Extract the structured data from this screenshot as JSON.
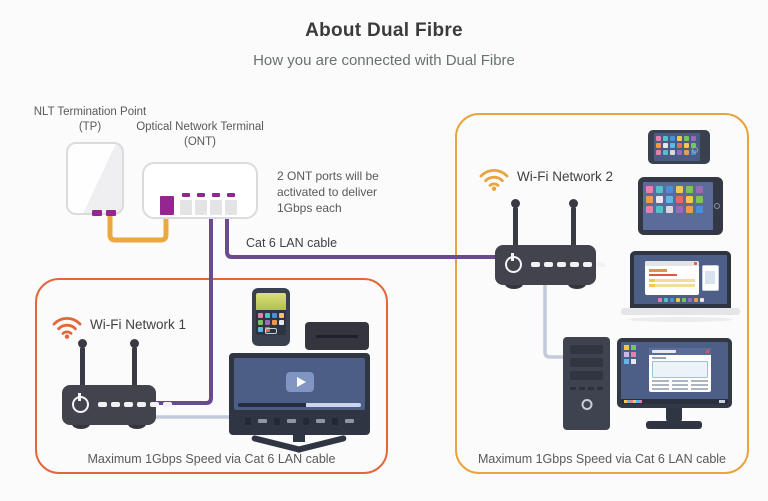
{
  "page": {
    "title": "About Dual Fibre",
    "subtitle": "How you are connected with Dual Fibre"
  },
  "colors": {
    "accent_orange": "#E2683B",
    "accent_amber": "#E8A43D",
    "fiber_cable": "#EBA83E",
    "lan_cable_purple": "#6A4A90",
    "port_magenta": "#93278F",
    "ethernet_gray": "#C3CBD9",
    "device_dark": "#43434D",
    "title_text": "#3B3B3D",
    "subtitle_text": "#67736F",
    "label_text": "#58595B"
  },
  "tp": {
    "label": "NLT Termination Point (TP)"
  },
  "ont": {
    "label": "Optical Network Terminal (ONT)",
    "note": "2 ONT ports will be activated to deliver 1Gbps each"
  },
  "cables": {
    "lan_label": "Cat 6 LAN cable"
  },
  "network1": {
    "label": "Wi-Fi Network 1",
    "caption": "Maximum 1Gbps Speed via Cat 6 LAN cable"
  },
  "network2": {
    "label": "Wi-Fi Network 2",
    "caption": "Maximum 1Gbps Speed via Cat 6 LAN cable"
  }
}
